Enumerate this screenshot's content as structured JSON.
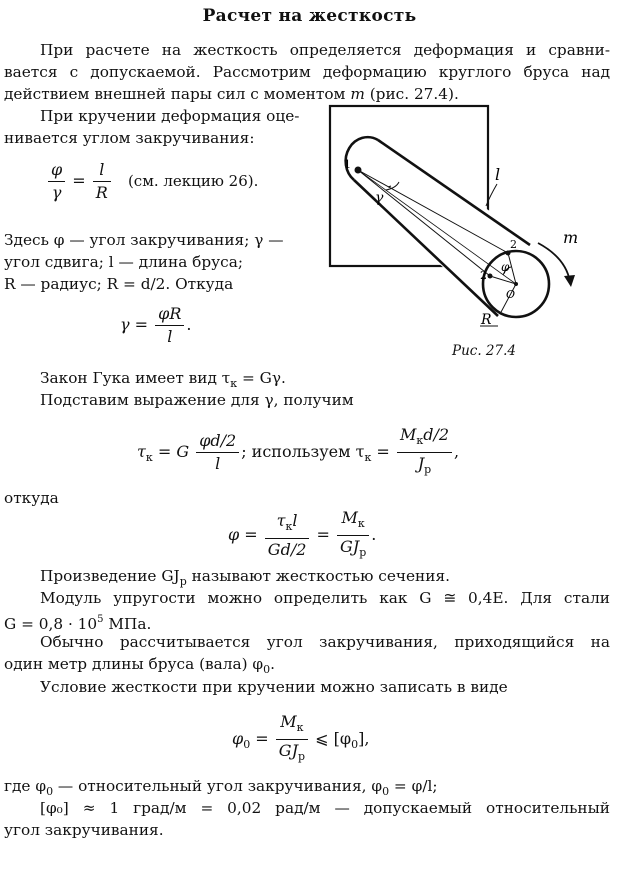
{
  "title": "Расчет на жесткость",
  "intro": {
    "l1": "При расчете на жесткость определяется деформация и сравни-",
    "l2": "вается с допускаемой. Рассмотрим деформацию круглого бруса над",
    "l3a": "действием внешней пары сил с моментом",
    "l3b": "m",
    "l3c": " (рис. 27.4)."
  },
  "torsion": {
    "l1": "При кручении деформация оце-",
    "l2": "нивается углом закручивания:"
  },
  "formula1": {
    "num_left": "φ",
    "den_left": "γ",
    "eq": "=",
    "num_right": "l",
    "den_right": "R",
    "note": "(см. лекцию 26)."
  },
  "defs": {
    "l1": "Здесь φ — угол закручивания; γ —",
    "l2": "угол сдвига; l — длина бруса;",
    "l3": "R — радиус; R = d/2. Откуда"
  },
  "formula2": {
    "lhs": "γ =",
    "num": "φR",
    "den": "l",
    "end": "."
  },
  "hooke": {
    "l1a": "Закон Гука имеет вид τ",
    "l1sub": "к",
    "l1b": " = Gγ.",
    "l2": "Подставим выражение для γ, получим"
  },
  "formula3": {
    "lhs": "τ",
    "lhs_sub": "к",
    "eq": " = G",
    "num": "φd/2",
    "den": "l",
    "mid": "; используем τ",
    "mid_sub": "к",
    "eq2": " =",
    "num2": "M",
    "num2_sub": "к",
    "num2_tail": "d/2",
    "den2": "J",
    "den2_sub": "p",
    "end": ","
  },
  "otkuda": "откуда",
  "formula4": {
    "lhs": "φ =",
    "num1": "τ",
    "num1_sub": "к",
    "num1_tail": "l",
    "den1": "Gd/2",
    "eq": "=",
    "num2": "M",
    "num2_sub": "к",
    "den2": "GJ",
    "den2_sub": "p",
    "end": "."
  },
  "stiffness": {
    "l1a": "Произведение GJ",
    "l1sub": "p",
    "l1b": " называют жесткостью сечения.",
    "l2": "Модуль упругости можно определить как G ≅ 0,4E. Для стали",
    "l3a": "G = 0,8 · 10",
    "l3sup": "5",
    "l3b": " МПа."
  },
  "usually": {
    "l1": "Обычно рассчитывается угол закручивания, приходящийся на",
    "l2a": "один метр длины бруса (вала) φ",
    "l2sub": "0",
    "l2b": "."
  },
  "condition": "Условие жесткости при кручении можно записать в виде",
  "formula5": {
    "lhs": "φ",
    "lhs_sub": "0",
    "eq": " =",
    "num": "M",
    "num_sub": "к",
    "den": "GJ",
    "den_sub": "p",
    "rhs": "⩽ [φ",
    "rhs_sub": "0",
    "rhs_end": "],"
  },
  "closing": {
    "l1a": "где φ",
    "l1sub": "0",
    "l1b": " — относительный угол закручивания, φ",
    "l1sub2": "0",
    "l1c": " = φ/l;",
    "l2": "[φ₀] ≈ 1 град/м = 0,02 рад/м — допускаемый относительный",
    "l3": "угол закручивания."
  },
  "figure": {
    "caption": "Рис. 27.4",
    "label_l": "l",
    "label_m": "m",
    "label_1": "1",
    "label_2a": "2",
    "label_2b": "2",
    "label_gamma": "γ",
    "label_phi": "φ",
    "label_O": "O",
    "label_R": "R"
  }
}
